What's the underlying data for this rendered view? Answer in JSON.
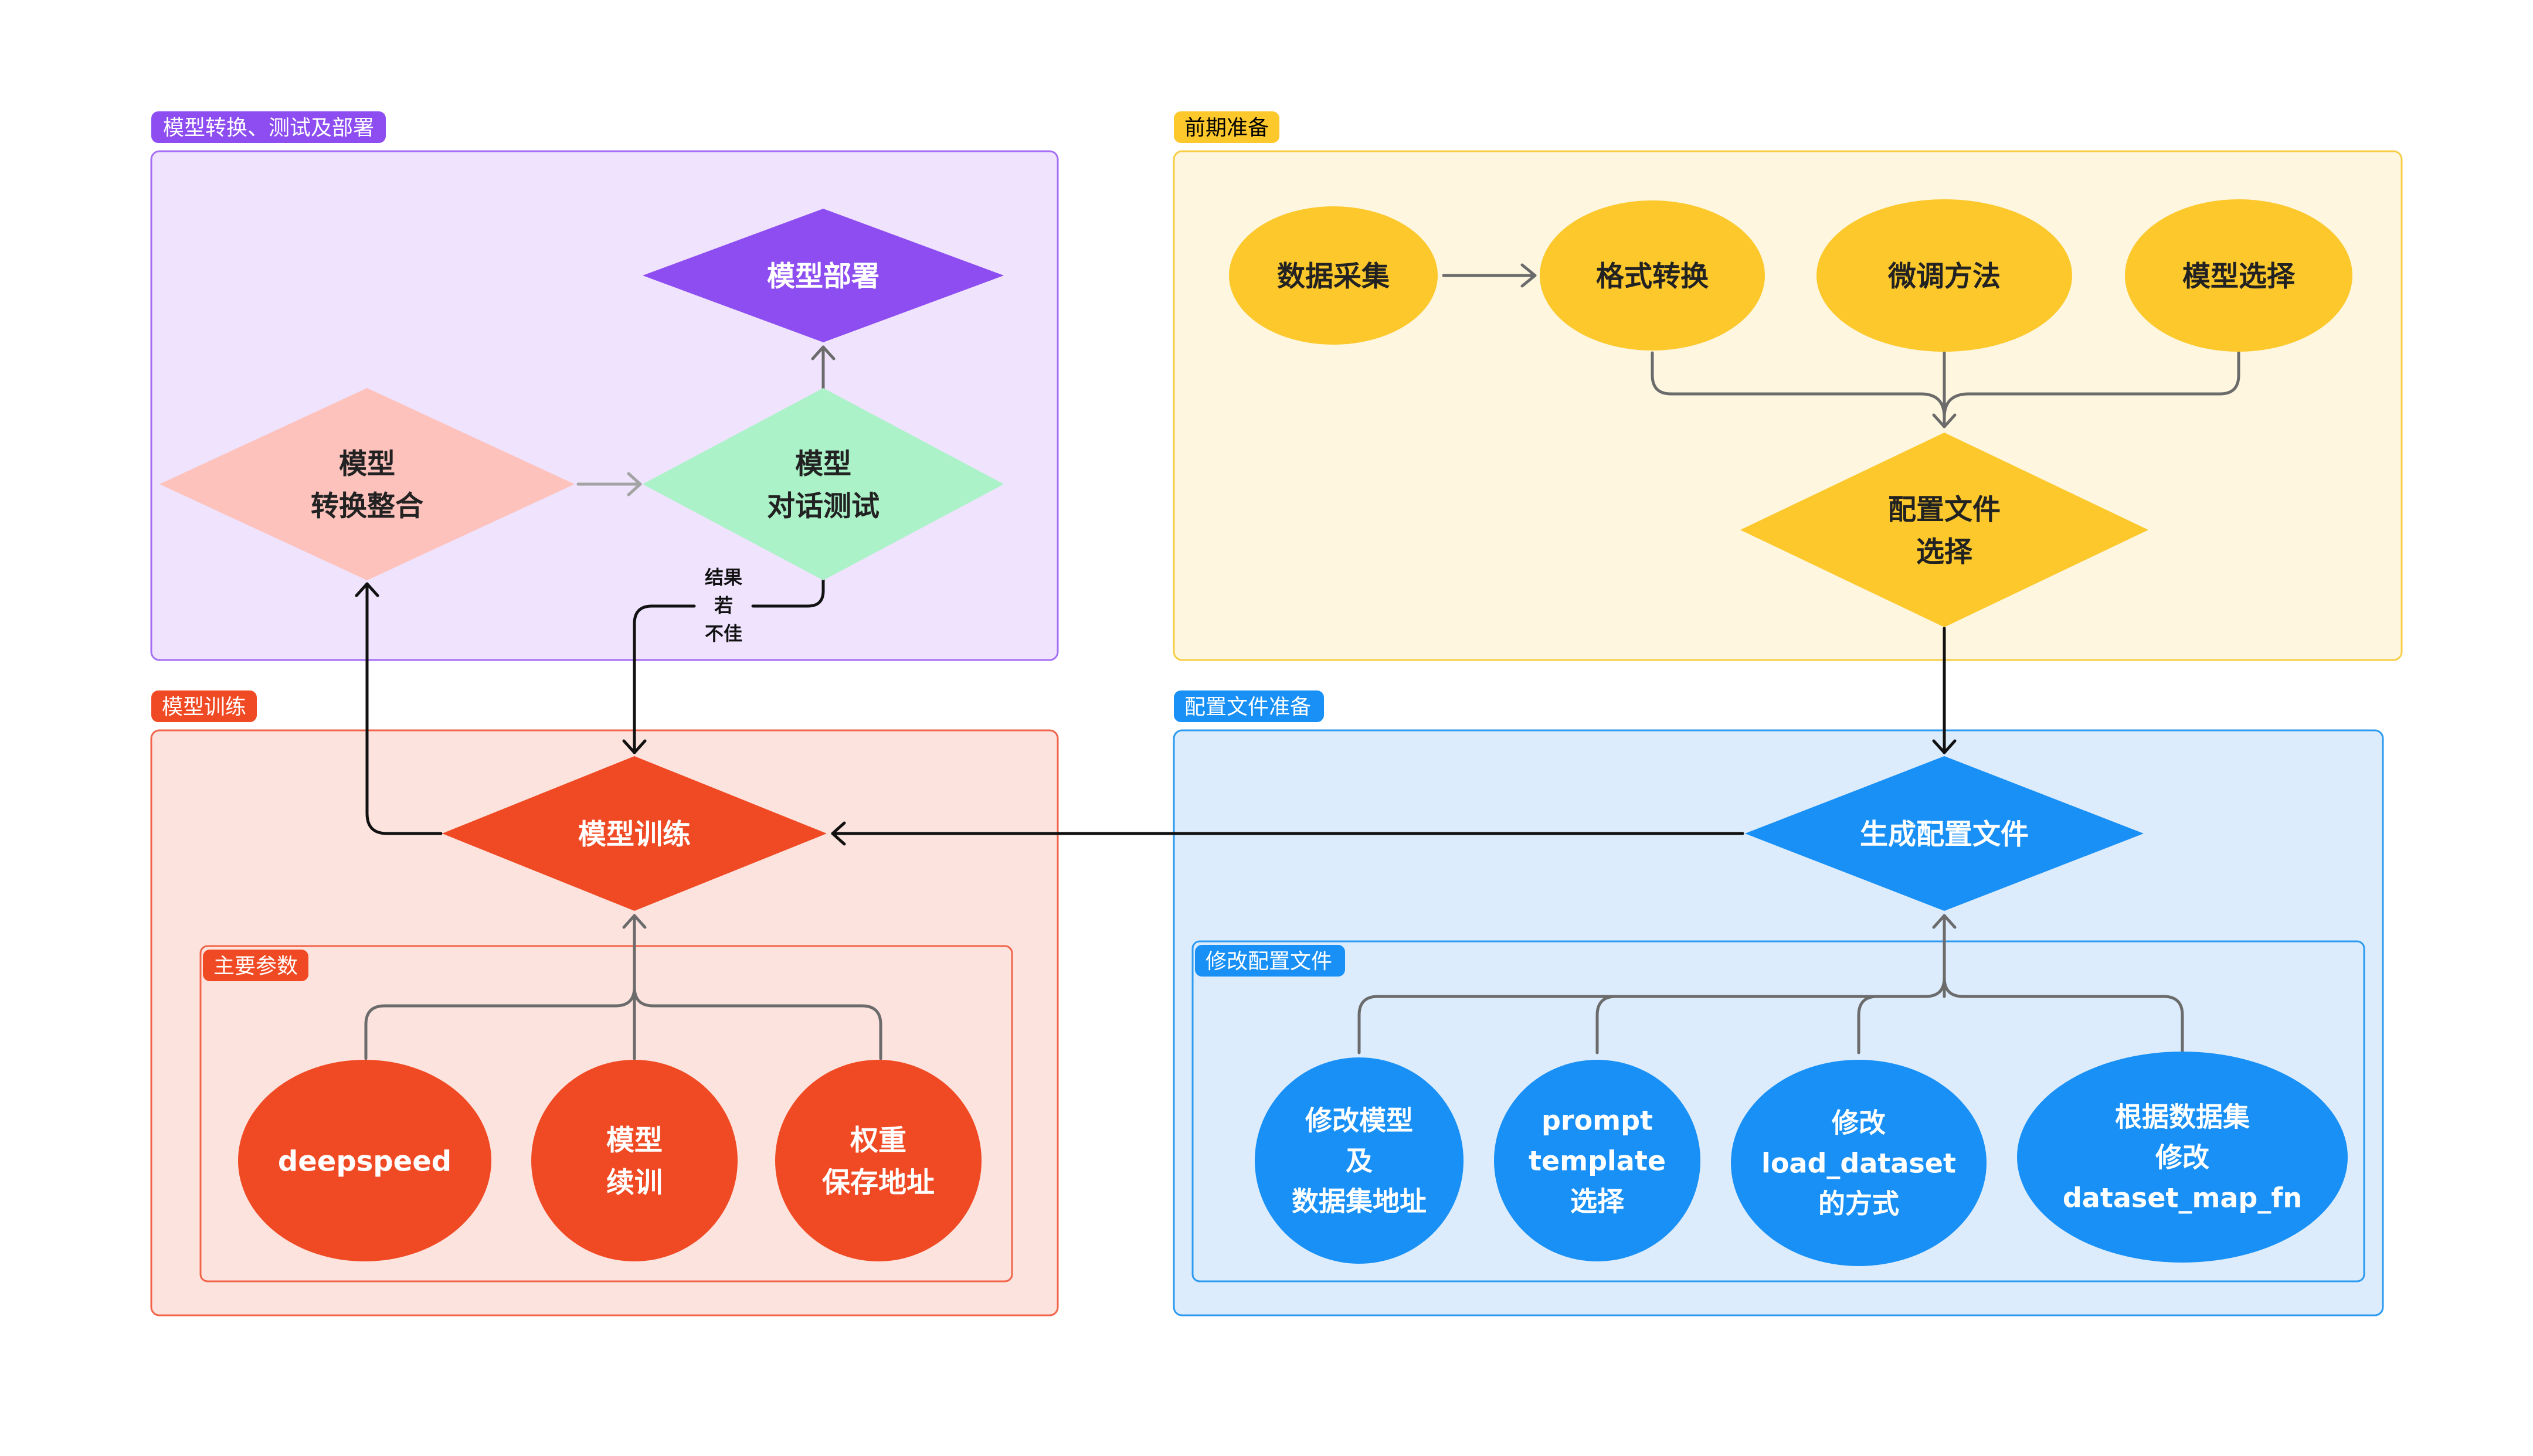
{
  "groups": {
    "deploy": {
      "label": "模型转换、测试及部署",
      "fill": "#efe3fd",
      "stroke": "#a46ef5",
      "tag": "#8d4df0",
      "tag_text": "#ffffff"
    },
    "prep": {
      "label": "前期准备",
      "fill": "#fef6de",
      "stroke": "#f7ce45",
      "tag": "#fcc82c",
      "tag_text": "#000000"
    },
    "train": {
      "label": "模型训练",
      "fill": "#fde3de",
      "stroke": "#f2644a",
      "tag": "#f04a24",
      "tag_text": "#ffffff"
    },
    "config": {
      "label": "配置文件准备",
      "fill": "#dcecfc",
      "stroke": "#2c9af0",
      "tag": "#1890f6",
      "tag_text": "#ffffff"
    },
    "params": {
      "label": "主要参数",
      "stroke": "#f2644a",
      "tag": "#f04a24",
      "tag_text": "#ffffff"
    },
    "modify": {
      "label": "修改配置文件",
      "stroke": "#2c9af0",
      "tag": "#1890f6",
      "tag_text": "#ffffff"
    }
  },
  "nodes": {
    "deploy_model": {
      "lines": [
        "模型部署"
      ],
      "fill": "#8d4df0",
      "color": "#ffffff"
    },
    "convert_merge": {
      "lines": [
        "模型",
        "转换整合"
      ],
      "fill": "#fdc2bc",
      "color": "#222222"
    },
    "chat_test": {
      "lines": [
        "模型",
        "对话测试"
      ],
      "fill": "#abf2c8",
      "color": "#222222"
    },
    "data_collect": {
      "lines": [
        "数据采集"
      ],
      "fill": "#fcc82c",
      "color": "#222222"
    },
    "format_convert": {
      "lines": [
        "格式转换"
      ],
      "fill": "#fcc82c",
      "color": "#222222"
    },
    "finetune_method": {
      "lines": [
        "微调方法"
      ],
      "fill": "#fcc82c",
      "color": "#222222"
    },
    "model_select": {
      "lines": [
        "模型选择"
      ],
      "fill": "#fcc82c",
      "color": "#222222"
    },
    "config_select": {
      "lines": [
        "配置文件",
        "选择"
      ],
      "fill": "#fcc82c",
      "color": "#222222"
    },
    "gen_config": {
      "lines": [
        "生成配置文件"
      ],
      "fill": "#1890f6",
      "color": "#ffffff"
    },
    "model_train": {
      "lines": [
        "模型训练"
      ],
      "fill": "#f04a24",
      "color": "#ffffff"
    },
    "deepspeed": {
      "lines": [
        "deepspeed"
      ],
      "fill": "#f04a24",
      "color": "#ffffff"
    },
    "resume": {
      "lines": [
        "模型",
        "续训"
      ],
      "fill": "#f04a24",
      "color": "#ffffff"
    },
    "save_path": {
      "lines": [
        "权重",
        "保存地址"
      ],
      "fill": "#f04a24",
      "color": "#ffffff"
    },
    "modify_model": {
      "lines": [
        "修改模型",
        "及",
        "数据集地址"
      ],
      "fill": "#1890f6",
      "color": "#ffffff"
    },
    "prompt_template": {
      "lines": [
        "prompt",
        "template",
        "选择"
      ],
      "fill": "#1890f6",
      "color": "#ffffff"
    },
    "load_dataset": {
      "lines": [
        "修改",
        "load_dataset",
        "的方式"
      ],
      "fill": "#1890f6",
      "color": "#ffffff"
    },
    "dataset_map": {
      "lines": [
        "根据数据集",
        "修改",
        "dataset_map_fn"
      ],
      "fill": "#1890f6",
      "color": "#ffffff"
    }
  },
  "edge_labels": {
    "bad_result": [
      "结果",
      "若",
      "不佳"
    ]
  },
  "colors": {
    "edge_dark": "#111111",
    "edge_gray": "#6b6b6b",
    "edge_light": "#a3a3a3"
  }
}
